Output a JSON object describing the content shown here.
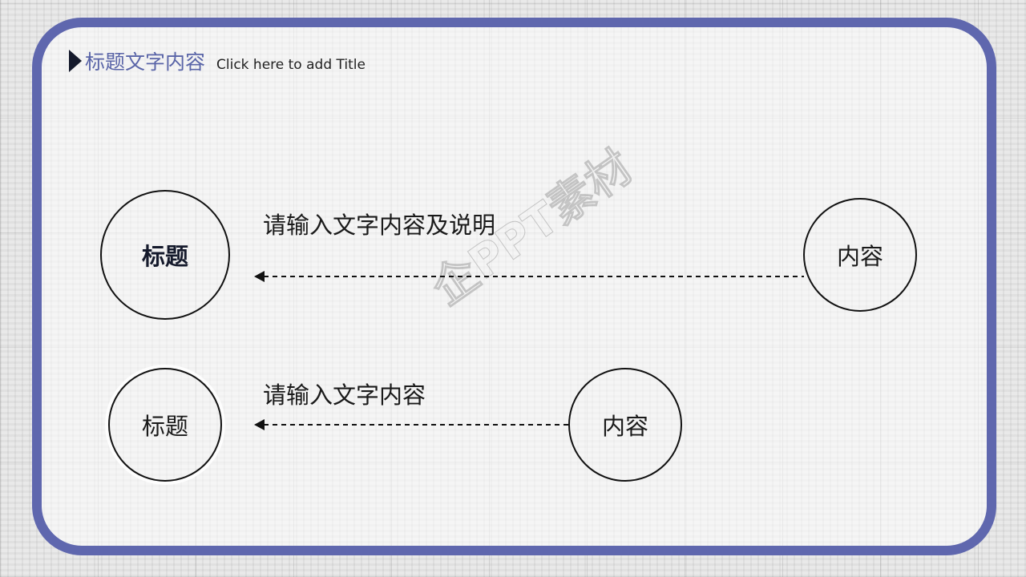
{
  "header": {
    "title_cn": "标题文字内容",
    "title_en": "Click here to add Title"
  },
  "rows": [
    {
      "left_circle": "标题",
      "description": "请输入文字内容及说明",
      "right_circle": "内容"
    },
    {
      "left_circle": "标题",
      "description": "请输入文字内容",
      "right_circle": "内容"
    }
  ],
  "watermark": "企PPT素材",
  "colors": {
    "frame": "#5f67ae",
    "title_text": "#5a65a8",
    "marker": "#151a2c"
  }
}
